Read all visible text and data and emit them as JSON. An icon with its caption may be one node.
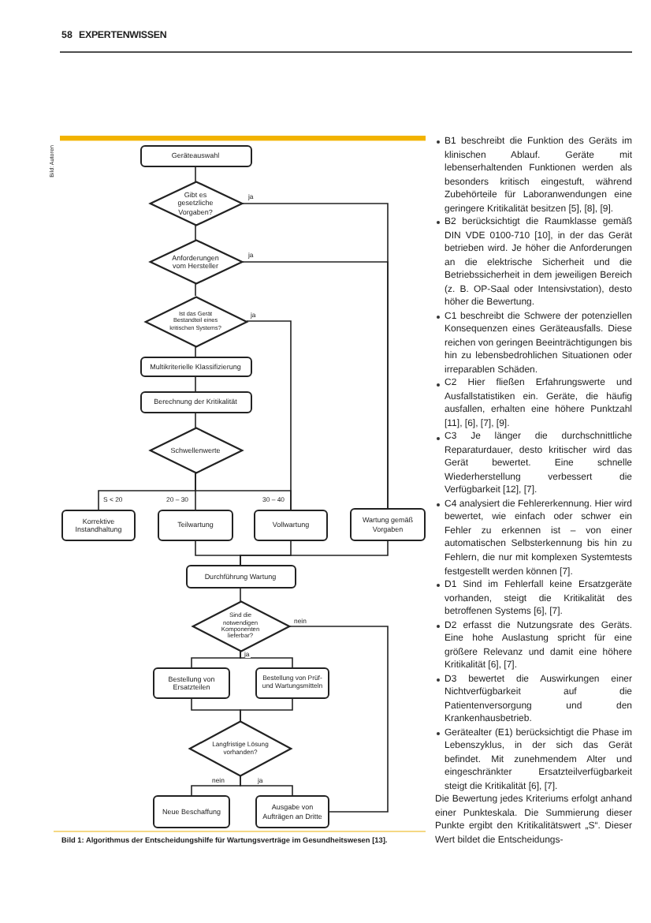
{
  "diagram": {
    "caption": "Bild 1: Algorithmus der Entscheidungshilfe für Wartungsverträge im Gesundheitswesen [13].",
    "nodes": [
      {
        "text": [
          "Geräteauswahl"
        ]
      },
      {
        "text": [
          "Gibt es gesetzliche Vorgaben?"
        ]
      },
      {
        "text": [
          "Anforderungen vom Hersteller"
        ]
      },
      {
        "text": [
          "Ist das Gerät Bestandteil eines kritischen Systems?"
        ]
      },
      {
        "text": [
          "Multikriterielle Klassifizierung"
        ]
      },
      {
        "text": [
          "Berechnung der Kritikalität"
        ]
      },
      {
        "text": [
          "Schwellenwerte"
        ]
      },
      {
        "text": [
          "Korrektive Instandhaltung"
        ]
      },
      {
        "text": [
          "Teilwartung"
        ]
      },
      {
        "text": [
          "Vollwartung"
        ]
      },
      {
        "text": [
          "Wartung gemäß Vorgaben"
        ]
      },
      {
        "text": [
          "Durchführung Wartung"
        ]
      },
      {
        "text": [
          "Sind die notwendigen Komponenten lieferbar?"
        ]
      },
      {
        "text": [
          "Bestellung von Ersatzteilen"
        ]
      },
      {
        "text": [
          "Bestellung von Prüf- und Wartungsmitteln"
        ]
      },
      {
        "text": [
          "Langfristige Lösung vorhanden?"
        ]
      },
      {
        "text": [
          "Neue Beschaffung"
        ]
      },
      {
        "text": [
          "Ausgabe von Aufträgen an Dritte"
        ]
      }
    ],
    "edges": [
      {
        "from": 0,
        "to": 1,
        "arrow": "none"
      },
      {
        "from": 1,
        "to": 2,
        "arrow": "none"
      },
      {
        "from": 1,
        "to": 10,
        "arrow": "none",
        "label": "ja"
      },
      {
        "from": 2,
        "to": 3,
        "arrow": "none"
      },
      {
        "from": 2,
        "to": 10,
        "arrow": "none",
        "label": "ja"
      },
      {
        "from": 3,
        "to": 4,
        "arrow": "none"
      },
      {
        "from": 3,
        "to": 9,
        "arrow": "none",
        "label": "ja"
      },
      {
        "from": 4,
        "to": 5,
        "arrow": "none"
      },
      {
        "from": 5,
        "to": 6,
        "arrow": "none"
      },
      {
        "from": 6,
        "to": 7,
        "arrow": "none",
        "label": "S < 20"
      },
      {
        "from": 6,
        "to": 8,
        "arrow": "none",
        "label": "20 – 30"
      },
      {
        "from": 6,
        "to": 9,
        "arrow": "none",
        "label": "30 – 40"
      },
      {
        "from": 8,
        "to": 11,
        "arrow": "none"
      },
      {
        "from": 9,
        "to": 11,
        "arrow": "none"
      },
      {
        "from": 10,
        "to": 11,
        "arrow": "none"
      },
      {
        "from": 11,
        "to": 12,
        "arrow": "none"
      },
      {
        "from": 12,
        "to": 13,
        "arrow": "none",
        "label": "ja"
      },
      {
        "from": 12,
        "to": 14,
        "arrow": "none"
      },
      {
        "from": 12,
        "to": 17,
        "arrow": "none",
        "label": "nein"
      },
      {
        "from": 13,
        "to": 15,
        "arrow": "none"
      },
      {
        "from": 14,
        "to": 15,
        "arrow": "none"
      },
      {
        "from": 15,
        "to": 16,
        "arrow": "none",
        "label": "nein"
      },
      {
        "from": 15,
        "to": 17,
        "arrow": "none",
        "label": "ja"
      }
    ],
    "labels": [
      "58",
      "EXPERTENWISSEN",
      "Bild: Autoren",
      "B1 beschreibt die Funktion des Geräts im klinischen Ablauf. Geräte mit lebenserhaltenden Funktionen werden als besonders kritisch eingestuft, während Zubehörteile für Laboranwendungen eine geringere Kritikalität besitzen [5], [8], [9].",
      "B2 berücksichtigt die Raumklasse gemäß DIN VDE 0100-710 [10], in der das Gerät betrieben wird. Je höher die Anforderungen an die elektrische Sicherheit und die Betriebssicherheit in dem jeweiligen Bereich (z. B. OP-Saal oder Intensivstation), desto höher die Bewertung.",
      "C1 beschreibt die Schwere der potenziellen Konsequenzen eines Geräteausfalls. Diese reichen von geringen Beeinträchtigungen bis hin zu lebensbedrohlichen Situationen oder irreparablen Schäden.",
      "C2 Hier fließen Erfahrungswerte und Ausfallstatistiken ein. Geräte, die häufig ausfallen, erhalten eine höhere Punktzahl [11], [6], [7], [9].",
      "C3 Je länger die durchschnittliche Reparaturdauer, desto kritischer wird das Gerät bewertet. Eine schnelle Wiederherstellung verbessert die Verfügbarkeit [12], [7].",
      "C4 analysiert die Fehlererkennung. Hier wird bewertet, wie einfach oder schwer ein Fehler zu erkennen ist – von einer automatischen Selbsterkennung bis hin zu Fehlern, die nur mit komplexen Systemtests festgestellt werden können [7].",
      "D1 Sind im Fehlerfall keine Ersatzgeräte vorhanden, steigt die Kritikalität des betroffenen Systems [6], [7].",
      "D2 erfasst die Nutzungsrate des Geräts. Eine hohe Auslastung spricht für eine größere Relevanz und damit eine höhere Kritikalität [6], [7].",
      "D3 bewertet die Auswirkungen einer Nichtverfügbarkeit auf die Patientenversorgung und den Krankenhausbetrieb.",
      "Gerätealter (E1) berücksichtigt die Phase im Lebenszyklus, in der sich das Gerät befindet. Mit zunehmendem Alter und eingeschränkter Ersatzteilverfügbarkeit steigt die Kritikalität [6], [7].",
      "Die Bewertung jedes Kriteriums erfolgt anhand einer Punkteskala. Die Summierung dieser Punkte ergibt den Kritikalitätswert „S“. Dieser Wert bildet die Entscheidungs-"
    ]
  }
}
